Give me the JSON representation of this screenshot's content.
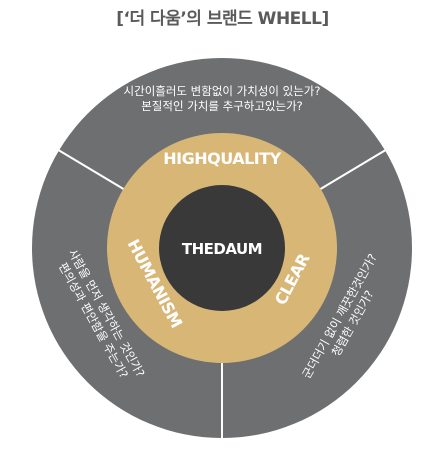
{
  "title": "[‘더 다움’의  브랜드 WHELL]",
  "colors": {
    "outer_ring": "#6e6f71",
    "divider": "#ffffff",
    "middle_ring": "#d8b676",
    "core": "#3a393a",
    "title_text": "#5a5a5a"
  },
  "wheel": {
    "core_label": "THEDAUM",
    "segments": [
      {
        "ring_label": "HIGHQUALITY",
        "description": [
          "시간이흘러도 변함없이 가치성이 있는가?",
          "본질적인 가치를 추구하고있는가?"
        ]
      },
      {
        "ring_label": "CLEAR",
        "description": [
          "군더더기 없이 깨끗한것인가?",
          "청렴한 것인가?"
        ]
      },
      {
        "ring_label": "HUMANISM",
        "description": [
          "사람을 먼저 생각하는 것인가?",
          "편의성과 편안함을 주는가?"
        ]
      }
    ]
  }
}
